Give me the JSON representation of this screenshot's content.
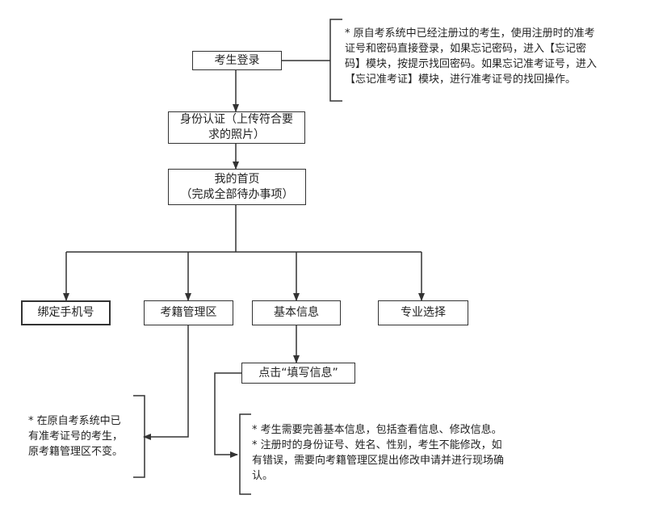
{
  "nodes": {
    "login": "考生登录",
    "auth": [
      "身份认证（上传符合要",
      "求的照片）"
    ],
    "home": [
      "我的首页",
      "（完成全部待办事项）"
    ],
    "phone": "绑定手机号",
    "registry": "考籍管理区",
    "basic": "基本信息",
    "major": "专业选择",
    "fill": "点击“填写信息”"
  },
  "notes": {
    "login_note": [
      "* 原自考系统中已经注册过的考生，使用注册时的准考",
      "证号和密码直接登录，如果忘记密码，进入【忘记密",
      "码】模块，按提示找回密码。如果忘记准考证号，进入",
      "【忘记准考证】模块，进行准考证号的找回操作。"
    ],
    "registry_note": [
      "* 在原自考系统中已",
      "有准考证号的考生，",
      "原考籍管理区不变。"
    ],
    "fill_note": [
      "* 考生需要完善基本信息，包括查看信息、修改信息。",
      "* 注册时的身份证号、姓名、性别，考生不能修改，如",
      "有错误，需要向考籍管理区提出修改申请并进行现场确",
      "认。"
    ]
  }
}
